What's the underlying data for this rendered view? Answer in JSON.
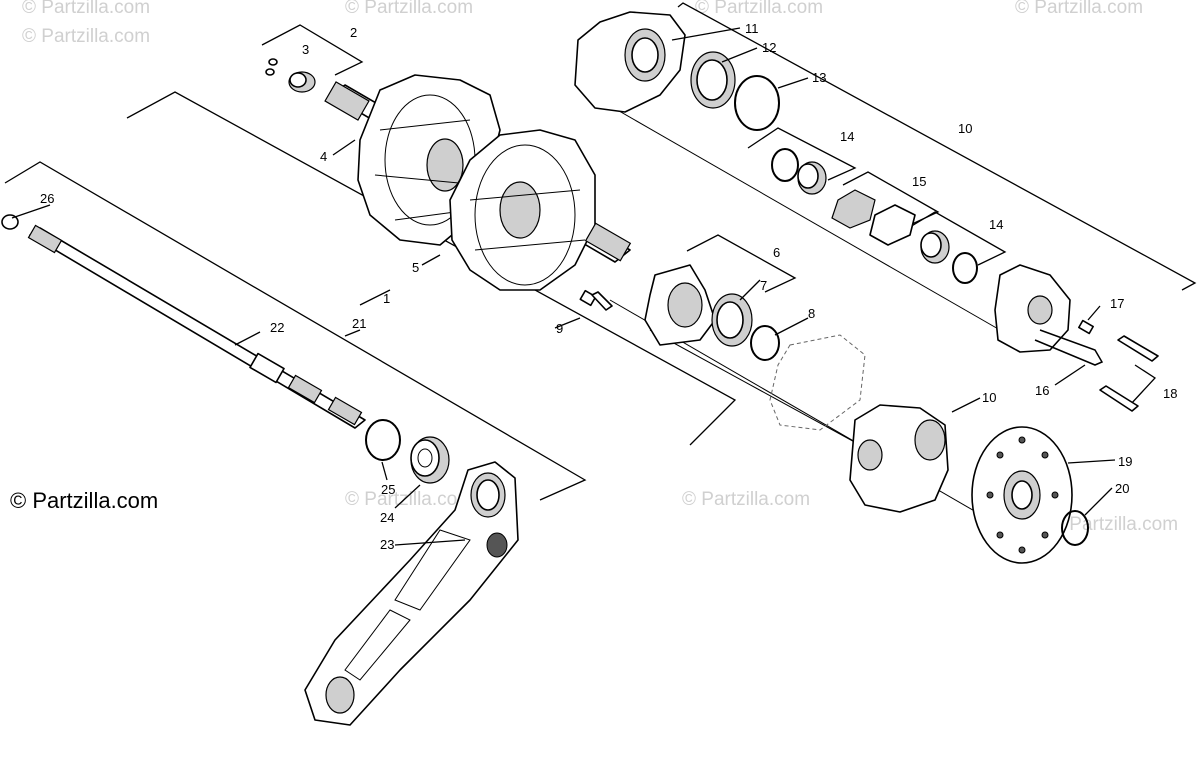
{
  "copyright": "© Partzilla.com",
  "watermarks": [
    "© Partzilla.com",
    "© Partzilla.com",
    "© Partzilla.com",
    "© Partzilla.com",
    "© Partzilla.com",
    "© Partzilla.com",
    "© Partzilla.com",
    "© Partzilla.com"
  ],
  "callouts": [
    "1",
    "2",
    "3",
    "4",
    "5",
    "6",
    "7",
    "8",
    "9",
    "10",
    "10",
    "11",
    "12",
    "13",
    "14",
    "14",
    "15",
    "16",
    "17",
    "18",
    "19",
    "20",
    "21",
    "22",
    "23",
    "24",
    "25",
    "26"
  ],
  "colors": {
    "line": "#000000",
    "watermark": "#d0d0d0",
    "background": "#ffffff"
  }
}
